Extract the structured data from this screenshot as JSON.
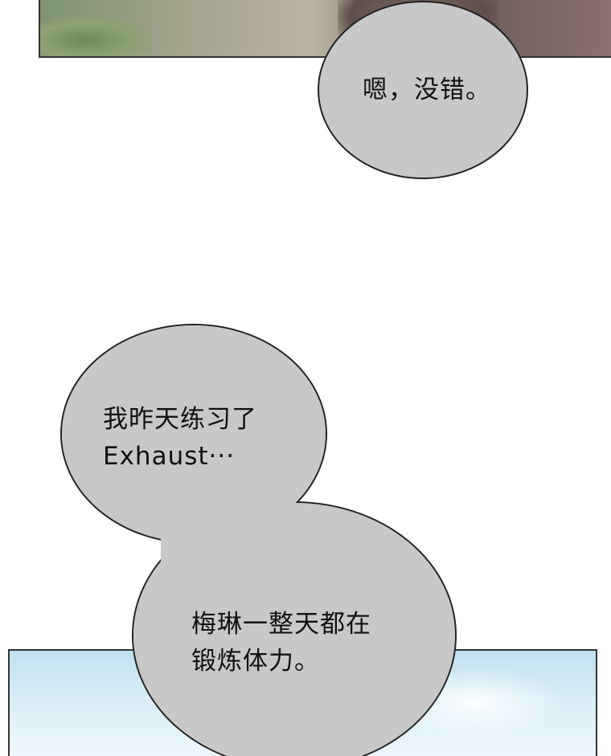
{
  "bubbles": {
    "top": {
      "line1": "嗯，没错。"
    },
    "middle": {
      "line1": "我昨天练习了",
      "line2": "Exhaust···"
    },
    "bottom": {
      "line1": "梅琳一整天都在",
      "line2": "锻炼体力。"
    }
  }
}
